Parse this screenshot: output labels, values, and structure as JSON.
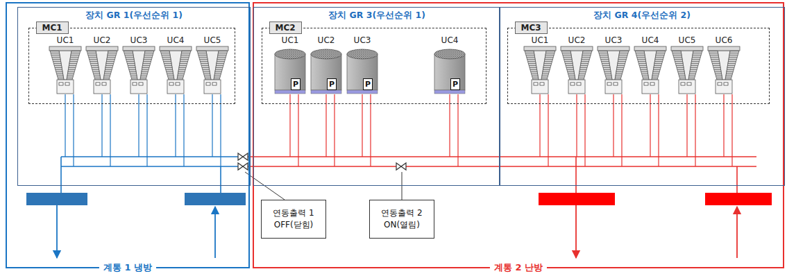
{
  "diagram": {
    "nodes": [
      {
        "text": [
          "계통 1 냉방"
        ]
      },
      {
        "text": [
          "장치 GR 1(우선순위 1)"
        ],
        "in": 0
      },
      {
        "text": [
          "MC1"
        ],
        "in": 1
      },
      {
        "text": [
          "UC1"
        ],
        "in": 2
      },
      {
        "text": [
          "UC2"
        ],
        "in": 2
      },
      {
        "text": [
          "UC3"
        ],
        "in": 2
      },
      {
        "text": [
          "UC4"
        ],
        "in": 2
      },
      {
        "text": [
          "UC5"
        ],
        "in": 2
      },
      {
        "text": [
          "계통 2 난방"
        ]
      },
      {
        "text": [
          "장치 GR 3(우선순위 1)"
        ],
        "in": 8
      },
      {
        "text": [
          "MC2"
        ],
        "in": 9
      },
      {
        "text": [
          "UC1"
        ],
        "in": 10
      },
      {
        "text": [
          "UC2"
        ],
        "in": 10
      },
      {
        "text": [
          "UC3"
        ],
        "in": 10
      },
      {
        "text": [
          "UC4"
        ],
        "in": 10
      },
      {
        "text": [
          "장치 GR 4(우선순위 2)"
        ],
        "in": 8
      },
      {
        "text": [
          "MC3"
        ],
        "in": 15
      },
      {
        "text": [
          "UC1"
        ],
        "in": 16
      },
      {
        "text": [
          "UC2"
        ],
        "in": 16
      },
      {
        "text": [
          "UC3"
        ],
        "in": 16
      },
      {
        "text": [
          "UC4"
        ],
        "in": 16
      },
      {
        "text": [
          "UC5"
        ],
        "in": 16
      },
      {
        "text": [
          "UC6"
        ],
        "in": 16
      },
      {
        "text": [
          "연동출력 1",
          "OFF(닫힘)"
        ],
        "in": 8
      },
      {
        "text": [
          "연동출력 2",
          "ON(열림)"
        ],
        "in": 8
      }
    ],
    "labels": [
      "P",
      "P",
      "P",
      "P"
    ]
  }
}
